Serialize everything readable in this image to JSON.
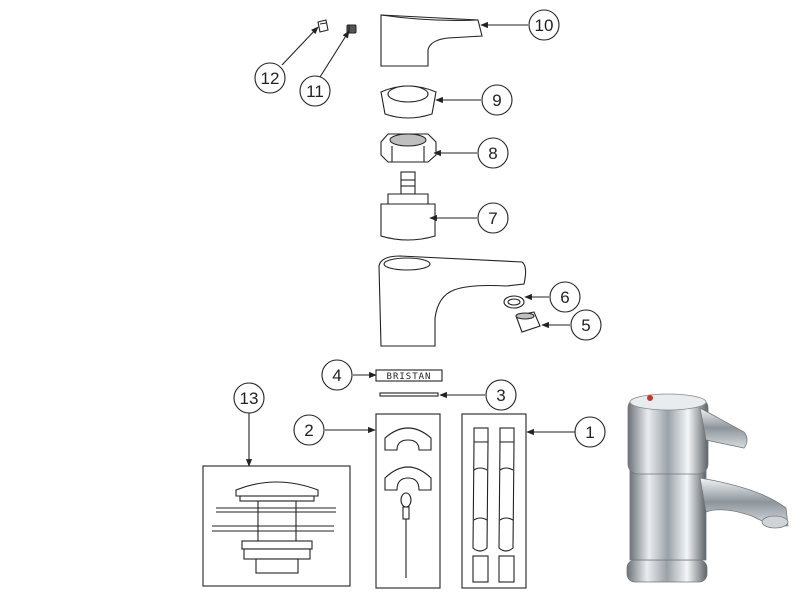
{
  "callouts": [
    {
      "number": "1"
    },
    {
      "number": "2"
    },
    {
      "number": "3"
    },
    {
      "number": "4"
    },
    {
      "number": "5"
    },
    {
      "number": "6"
    },
    {
      "number": "7"
    },
    {
      "number": "8"
    },
    {
      "number": "9"
    },
    {
      "number": "10"
    },
    {
      "number": "11"
    },
    {
      "number": "12"
    },
    {
      "number": "13"
    }
  ],
  "brand_label": "BRISTAN"
}
